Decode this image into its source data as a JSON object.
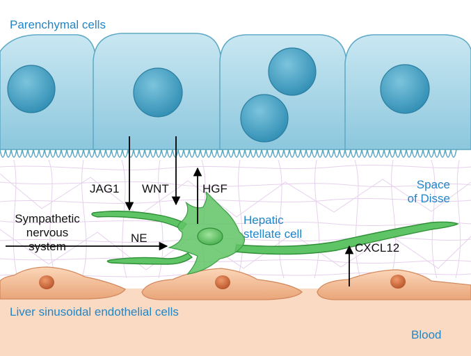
{
  "labels": {
    "parenchymal_cells": "Parenchymal cells",
    "space_of_disse": "Space\nof Disse",
    "hepatic_stellate_cell": "Hepatic\nstellate cell",
    "lsec": "Liver sinusoidal endothelial cells",
    "blood": "Blood",
    "sympathetic_nervous_system": "Sympathetic\nnervous\nsystem"
  },
  "signals": {
    "jag1": "JAG1",
    "wnt": "WNT",
    "hgf": "HGF",
    "ne": "NE",
    "cxcl12": "CXCL12"
  },
  "colors": {
    "label_blue": "#1f86c8",
    "parenchymal_cell": "#a9d8e8",
    "nucleus": "#4aa3c4",
    "stellate_cell": "#5fc465",
    "endothelial_cell": "#f2b88c",
    "blood": "#fbdac4",
    "matrix": "#e6d0ec"
  }
}
